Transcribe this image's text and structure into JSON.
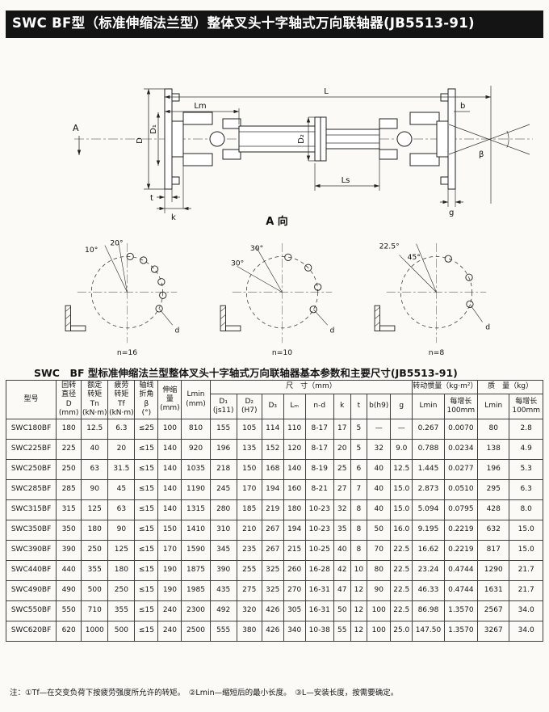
{
  "header": {
    "title": "SWC BF型（标准伸缩法兰型）整体叉头十字轴式万向联轴器(JB5513-91)"
  },
  "drawing": {
    "dim_l": "L",
    "dim_lm": "Lm",
    "dim_ls": "Ls",
    "dim_d": "D",
    "dim_d1": "D₁",
    "dim_d2": "D₂",
    "label_a": "A",
    "view_label": "A 向",
    "label_t": "t",
    "label_k": "k",
    "label_b": "b",
    "label_g": "g",
    "label_beta": "β"
  },
  "flange_views": [
    {
      "angle_a": "10°",
      "angle_b": "20°",
      "count": "n=16",
      "hole": "d"
    },
    {
      "angle_a": "30°",
      "angle_b": "30°",
      "count": "n=10",
      "hole": "d"
    },
    {
      "angle_a": "22.5°",
      "angle_b": "45°",
      "count": "n=8",
      "hole": "d"
    }
  ],
  "table_section": {
    "title": "SWC　BF 型标准伸缩法兰型整体叉头十字轴式万向联轴器基本参数和主要尺寸(JB5513-91)"
  },
  "table": {
    "header_groups": [
      {
        "label": "型号",
        "rowspan": 2
      },
      {
        "label": "回转\n直径\nD\n(mm)",
        "rowspan": 2
      },
      {
        "label": "额定\n转矩\nTn\n(kN·m)",
        "rowspan": 2
      },
      {
        "label": "疲劳\n转矩\nTf\n(kN·m)",
        "rowspan": 2
      },
      {
        "label": "轴线\n折角\nβ\n(°)",
        "rowspan": 2
      },
      {
        "label": "伸缩\n量\n(mm)",
        "rowspan": 2
      },
      {
        "label": "Lmin\n(mm)",
        "rowspan": 2
      },
      {
        "label": "尺　寸（mm）",
        "colspan": 9
      },
      {
        "label": "转动惯量（kg·m²）",
        "colspan": 2
      },
      {
        "label": "质　量（kg）",
        "colspan": 2
      }
    ],
    "sub_headers": [
      "D₁\n(js11)",
      "D₂\n(H7)",
      "D₃",
      "Lₘ",
      "n-d",
      "k",
      "t",
      "b(h9)",
      "g",
      "Lmin",
      "每增长\n100mm",
      "Lmin",
      "每增长\n100mm"
    ],
    "rows": [
      [
        "SWC180BF",
        "180",
        "12.5",
        "6.3",
        "≤25",
        "100",
        "810",
        "155",
        "105",
        "114",
        "110",
        "8-17",
        "17",
        "5",
        "—",
        "—",
        "0.267",
        "0.0070",
        "80",
        "2.8"
      ],
      [
        "SWC225BF",
        "225",
        "40",
        "20",
        "≤15",
        "140",
        "920",
        "196",
        "135",
        "152",
        "120",
        "8-17",
        "20",
        "5",
        "32",
        "9.0",
        "0.788",
        "0.0234",
        "138",
        "4.9"
      ],
      [
        "SWC250BF",
        "250",
        "63",
        "31.5",
        "≤15",
        "140",
        "1035",
        "218",
        "150",
        "168",
        "140",
        "8-19",
        "25",
        "6",
        "40",
        "12.5",
        "1.445",
        "0.0277",
        "196",
        "5.3"
      ],
      [
        "SWC285BF",
        "285",
        "90",
        "45",
        "≤15",
        "140",
        "1190",
        "245",
        "170",
        "194",
        "160",
        "8-21",
        "27",
        "7",
        "40",
        "15.0",
        "2.873",
        "0.0510",
        "295",
        "6.3"
      ],
      [
        "SWC315BF",
        "315",
        "125",
        "63",
        "≤15",
        "140",
        "1315",
        "280",
        "185",
        "219",
        "180",
        "10-23",
        "32",
        "8",
        "40",
        "15.0",
        "5.094",
        "0.0795",
        "428",
        "8.0"
      ],
      [
        "SWC350BF",
        "350",
        "180",
        "90",
        "≤15",
        "150",
        "1410",
        "310",
        "210",
        "267",
        "194",
        "10-23",
        "35",
        "8",
        "50",
        "16.0",
        "9.195",
        "0.2219",
        "632",
        "15.0"
      ],
      [
        "SWC390BF",
        "390",
        "250",
        "125",
        "≤15",
        "170",
        "1590",
        "345",
        "235",
        "267",
        "215",
        "10-25",
        "40",
        "8",
        "70",
        "22.5",
        "16.62",
        "0.2219",
        "817",
        "15.0"
      ],
      [
        "SWC440BF",
        "440",
        "355",
        "180",
        "≤15",
        "190",
        "1875",
        "390",
        "255",
        "325",
        "260",
        "16-28",
        "42",
        "10",
        "80",
        "22.5",
        "23.24",
        "0.4744",
        "1290",
        "21.7"
      ],
      [
        "SWC490BF",
        "490",
        "500",
        "250",
        "≤15",
        "190",
        "1985",
        "435",
        "275",
        "325",
        "270",
        "16-31",
        "47",
        "12",
        "90",
        "22.5",
        "46.33",
        "0.4744",
        "1631",
        "21.7"
      ],
      [
        "SWC550BF",
        "550",
        "710",
        "355",
        "≤15",
        "240",
        "2300",
        "492",
        "320",
        "426",
        "305",
        "16-31",
        "50",
        "12",
        "100",
        "22.5",
        "86.98",
        "1.3570",
        "2567",
        "34.0"
      ],
      [
        "SWC620BF",
        "620",
        "1000",
        "500",
        "≤15",
        "240",
        "2500",
        "555",
        "380",
        "426",
        "340",
        "10-38",
        "55",
        "12",
        "100",
        "25.0",
        "147.50",
        "1.3570",
        "3267",
        "34.0"
      ]
    ]
  },
  "footnote": {
    "text": "注：①Tf—在交变负荷下按疲劳强度所允许的转矩。　②Lmin—缩短后的最小长度。　③L—安装长度，按需要确定。"
  }
}
